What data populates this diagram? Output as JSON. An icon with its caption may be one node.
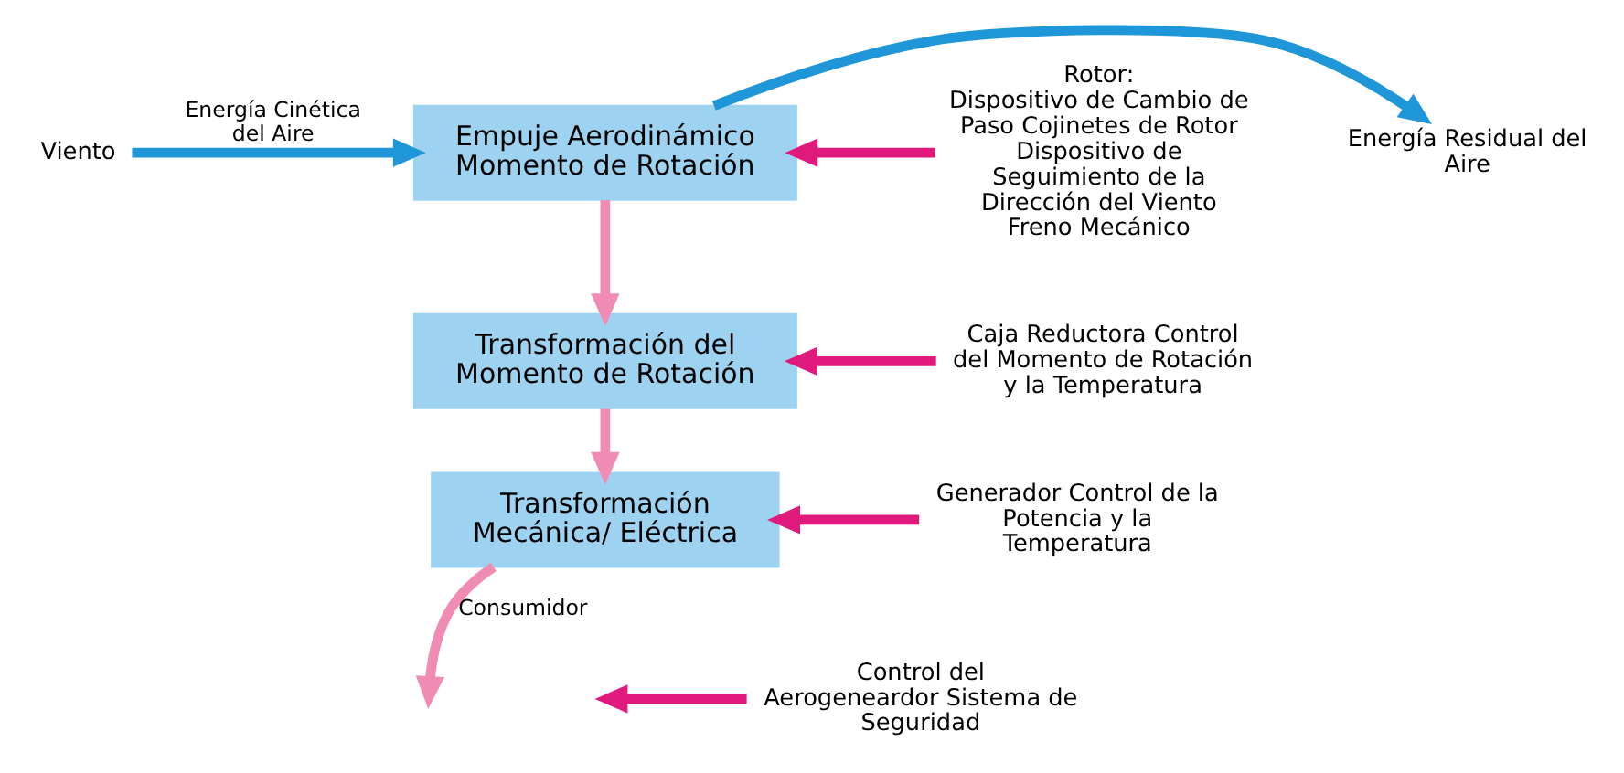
{
  "diagram": {
    "nodes": [
      {
        "text": [
          "Viento"
        ]
      },
      {
        "text": [
          "Empuje Aerodinámico Momento de Rotación"
        ]
      },
      {
        "text": [
          "Energía Residual del Aire"
        ]
      },
      {
        "text": [
          "Rotor:",
          "Dispositivo de Cambio de Paso Cojinetes de Rotor Dispositivo de Seguimiento de la Dirección del Viento Freno Mecánico"
        ]
      },
      {
        "text": [
          "Transformación del Momento de Rotación"
        ]
      },
      {
        "text": [
          "Caja Reductora Control del Momento de Rotación y la Temperatura"
        ]
      },
      {
        "text": [
          "Transformación Mecánica/ Eléctrica"
        ]
      },
      {
        "text": [
          "Generador Control de la Potencia y la Temperatura"
        ]
      },
      {
        "text": [
          "Control del Aerogeneardor Sistema de Seguridad"
        ]
      }
    ],
    "edges": [
      {
        "from": 0,
        "to": 1,
        "arrow": "to",
        "label": "Energía Cinética del Aire",
        "color": "#1e96d8"
      },
      {
        "from": 1,
        "to": 2,
        "arrow": "to",
        "color": "#1e96d8"
      },
      {
        "from": 3,
        "to": 1,
        "arrow": "to"
      },
      {
        "from": 1,
        "to": 4,
        "arrow": "to",
        "color": "#f08cb4"
      },
      {
        "from": 5,
        "to": 4,
        "arrow": "to"
      },
      {
        "from": 4,
        "to": 6,
        "arrow": "to",
        "color": "#f08cb4"
      },
      {
        "from": 7,
        "to": 6,
        "arrow": "to"
      },
      {
        "from": 6,
        "to": null,
        "arrow": "to",
        "label": "Consumidor",
        "color": "#f08cb4"
      },
      {
        "from": 8,
        "to": null,
        "arrow": "to"
      }
    ]
  }
}
